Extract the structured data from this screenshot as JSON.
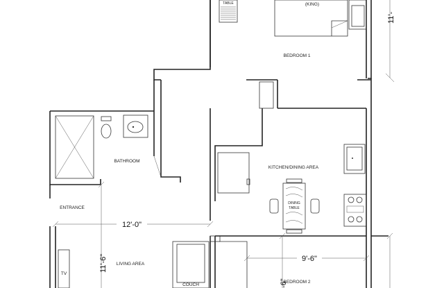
{
  "rooms": {
    "bedroom1": "BEDROOM 1",
    "bed_size": "(KING)",
    "nightstand": "TABLE",
    "bathroom": "BATHROOM",
    "kitchen": "KITCHEN/DINING AREA",
    "dining_table_line1": "DINING",
    "dining_table_line2": "TABLE",
    "entrance": "ENTRANCE",
    "living": "LIVING AREA",
    "couch": "COUCH",
    "tv": "TV",
    "bedroom2": "BEDROOM 2"
  },
  "dimensions": {
    "top_right_vertical": "11'-",
    "living_width": "12'-0\"",
    "living_height": "11'-6\"",
    "bedroom2_width": "9'-6\"",
    "bedroom2_height": "-6\""
  }
}
